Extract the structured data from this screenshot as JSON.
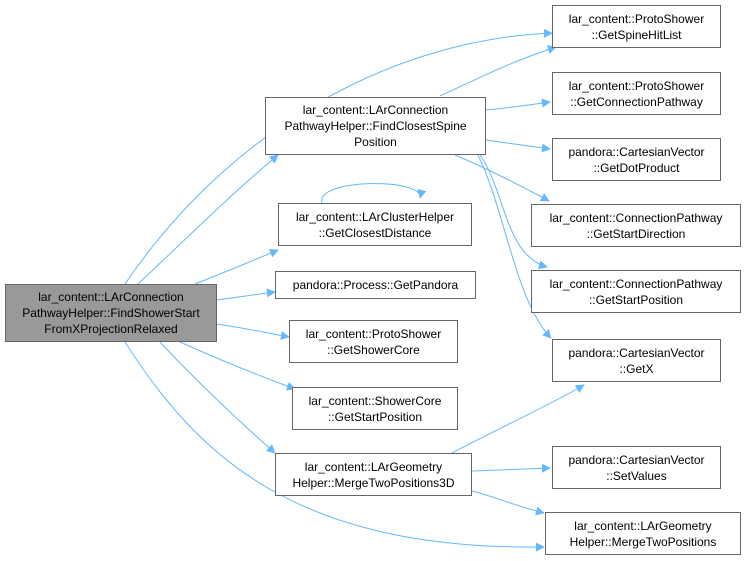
{
  "colors": {
    "edge": "#63b8ff",
    "node_border": "#666666",
    "root_fill": "#999999",
    "node_fill": "#ffffff"
  },
  "nodes": {
    "root": "lar_content::LArConnection\nPathwayHelper::FindShowerStart\nFromXProjectionRelaxed",
    "find_closest_spine": "lar_content::LArConnection\nPathwayHelper::FindClosestSpine\nPosition",
    "get_closest_distance": "lar_content::LArClusterHelper\n::GetClosestDistance",
    "get_pandora": "pandora::Process::GetPandora",
    "get_shower_core": "lar_content::ProtoShower\n::GetShowerCore",
    "showercore_get_start_position": "lar_content::ShowerCore\n::GetStartPosition",
    "merge_two_positions_3d": "lar_content::LArGeometry\nHelper::MergeTwoPositions3D",
    "get_spine_hit_list": "lar_content::ProtoShower\n::GetSpineHitList",
    "get_connection_pathway": "lar_content::ProtoShower\n::GetConnectionPathway",
    "get_dot_product": "pandora::CartesianVector\n::GetDotProduct",
    "get_start_direction": "lar_content::ConnectionPathway\n::GetStartDirection",
    "pathway_get_start_position": "lar_content::ConnectionPathway\n::GetStartPosition",
    "get_x": "pandora::CartesianVector\n::GetX",
    "set_values": "pandora::CartesianVector\n::SetValues",
    "merge_two_positions": "lar_content::LArGeometry\nHelper::MergeTwoPositions"
  }
}
